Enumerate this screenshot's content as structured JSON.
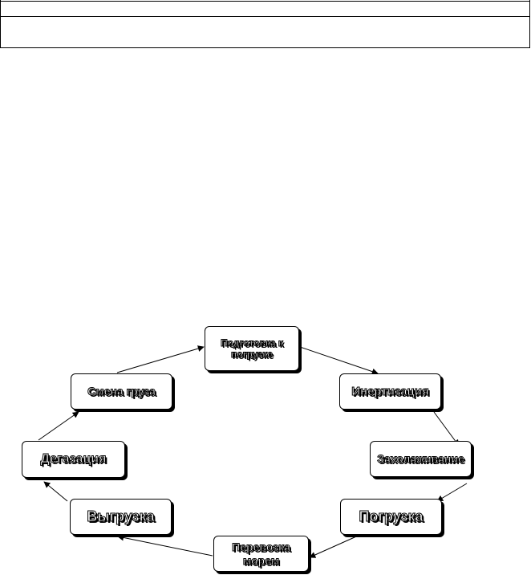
{
  "diagram": {
    "nodes": [
      {
        "id": "podgotovka",
        "label": "Подготовка к погрузке"
      },
      {
        "id": "inertizatsiya",
        "label": "Инертизация"
      },
      {
        "id": "zaholazhivanie",
        "label": "Захолаживание"
      },
      {
        "id": "pogruzka",
        "label": "Погрузка"
      },
      {
        "id": "perevozka",
        "label": "Перевозка морем"
      },
      {
        "id": "vygruzka",
        "label": "Выгрузка"
      },
      {
        "id": "degazatsiya",
        "label": "Дегазация"
      },
      {
        "id": "smena",
        "label": "Смена груза"
      }
    ],
    "edges": [
      {
        "from": "podgotovka",
        "to": "inertizatsiya"
      },
      {
        "from": "inertizatsiya",
        "to": "zaholazhivanie"
      },
      {
        "from": "zaholazhivanie",
        "to": "pogruzka"
      },
      {
        "from": "pogruzka",
        "to": "perevozka"
      },
      {
        "from": "perevozka",
        "to": "vygruzka"
      },
      {
        "from": "vygruzka",
        "to": "degazatsiya"
      },
      {
        "from": "degazatsiya",
        "to": "smena"
      },
      {
        "from": "smena",
        "to": "podgotovka"
      }
    ]
  }
}
